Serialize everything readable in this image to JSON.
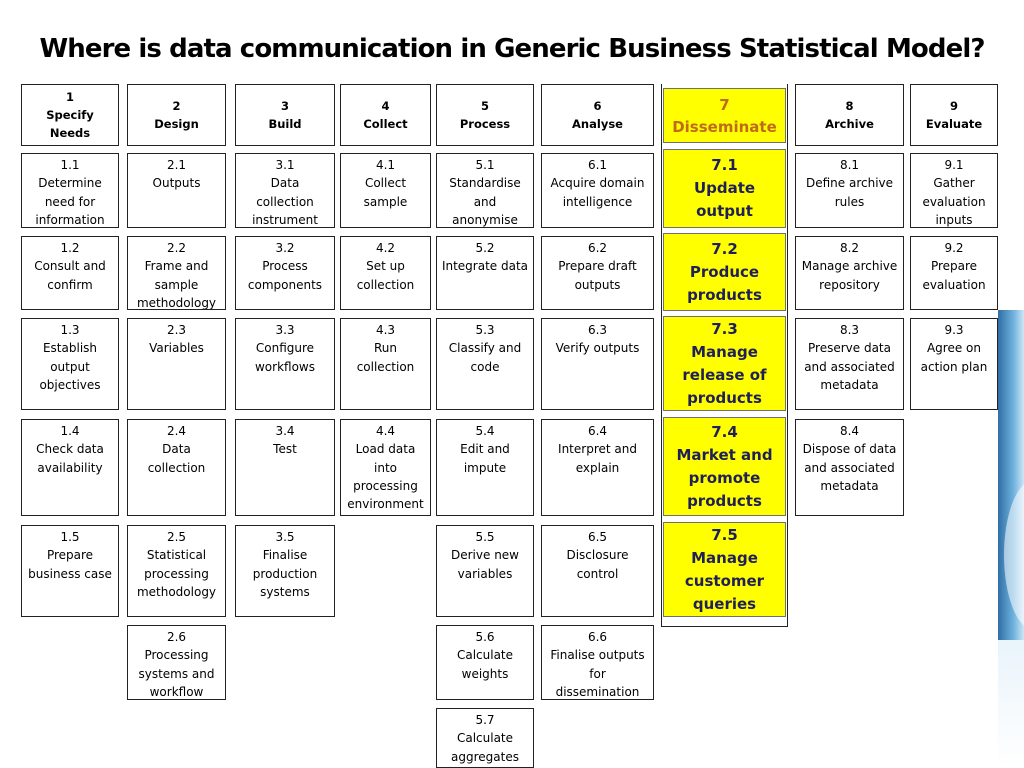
{
  "title": "Where is data communication in Generic Business Statistical Model?",
  "colors": {
    "disseminate_fill": "#ffff00",
    "disseminate_header_text": "#c06a1c",
    "disseminate_body_text": "#1f1f5a",
    "border": "#222222"
  },
  "phases": [
    {
      "label": "1\nSpecify\nNeeds",
      "subs": [
        "1.1\nDetermine\nneed for\ninformation",
        "1.2\nConsult and\nconfirm",
        "1.3\nEstablish\noutput\nobjectives",
        "1.4\nCheck data\navailability",
        "1.5\nPrepare\nbusiness case"
      ]
    },
    {
      "label": "2\nDesign",
      "subs": [
        "2.1\nOutputs",
        "2.2\nFrame and\nsample\nmethodology",
        "2.3\nVariables",
        "2.4\nData\ncollection",
        "2.5\nStatistical\nprocessing\nmethodology",
        "2.6\nProcessing\nsystems and\nworkflow"
      ]
    },
    {
      "label": "3\nBuild",
      "subs": [
        "3.1\nData\ncollection\ninstrument",
        "3.2\nProcess\ncomponents",
        "3.3\nConfigure\nworkflows",
        "3.4\nTest",
        "3.5\nFinalise\nproduction\nsystems"
      ]
    },
    {
      "label": "4\nCollect",
      "subs": [
        "4.1\nCollect\nsample",
        "4.2\nSet up\ncollection",
        "4.3\nRun\ncollection",
        "4.4\nLoad data\ninto\nprocessing\nenvironment"
      ]
    },
    {
      "label": "5\nProcess",
      "subs": [
        "5.1\nStandardise\nand\nanonymise",
        "5.2\nIntegrate data",
        "5.3\nClassify and\ncode",
        "5.4\nEdit and\nimpute",
        "5.5\nDerive new\nvariables",
        "5.6\nCalculate\nweights",
        "5.7\nCalculate\naggregates"
      ]
    },
    {
      "label": "6\nAnalyse",
      "subs": [
        "6.1\nAcquire domain\nintelligence",
        "6.2\nPrepare draft\noutputs",
        "6.3\nVerify outputs",
        "6.4\nInterpret and\nexplain",
        "6.5\nDisclosure\ncontrol",
        "6.6\nFinalise outputs\nfor\ndissemination"
      ]
    },
    {
      "label": "7\nDisseminate",
      "subs": [
        "7.1\nUpdate\noutput",
        "7.2\nProduce\nproducts",
        "7.3\nManage\nrelease of\nproducts",
        "7.4\nMarket and\npromote\nproducts",
        "7.5\nManage\ncustomer\nqueries"
      ]
    },
    {
      "label": "8\nArchive",
      "subs": [
        "8.1\nDefine archive\nrules",
        "8.2\nManage archive\nrepository",
        "8.3\nPreserve data\nand associated\nmetadata",
        "8.4\nDispose of data\nand associated\nmetadata"
      ]
    },
    {
      "label": "9\nEvaluate",
      "subs": [
        "9.1\nGather\nevaluation\ninputs",
        "9.2\nPrepare\nevaluation",
        "9.3\nAgree on\naction plan"
      ]
    }
  ]
}
